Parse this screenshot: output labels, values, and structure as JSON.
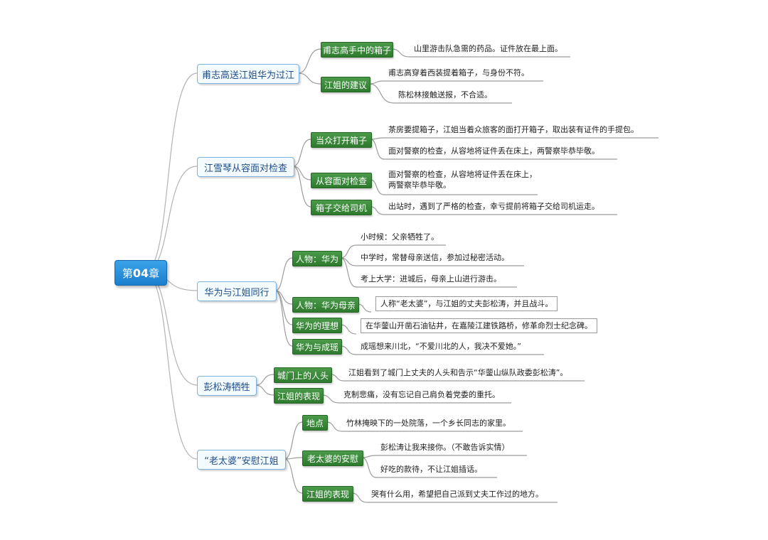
{
  "root": {
    "prefix": "第",
    "num": "04",
    "suffix": "章"
  },
  "topics": [
    {
      "label": "甫志高送江姐华为过江",
      "subs": [
        {
          "label": "甫志高手中的箱子",
          "leaves": [
            "山里游击队急需的药品。证件放在最上面。"
          ]
        },
        {
          "label": "江姐的建议",
          "leaves": [
            "甫志高穿着西装提着箱子，与身份不符。",
            "陈松林接触送报，不合适。"
          ]
        }
      ]
    },
    {
      "label": "江雪琴从容面对检查",
      "subs": [
        {
          "label": "当众打开箱子",
          "leaves": [
            "茶房要提箱子，江姐当着众旅客的面打开箱子，取出装有证件的手提包。",
            "面对警察的检查，从容地将证件丢在床上，两警察毕恭毕敬。"
          ]
        },
        {
          "label": "从容面对检查",
          "leaves": [
            "面对警察的检查，从容地将证件丢在床上，两警察毕恭毕敬。"
          ]
        },
        {
          "label": "箱子交给司机",
          "leaves": [
            "出站时，遇到了严格的检查，幸亏提前将箱子交给司机运走。"
          ]
        }
      ]
    },
    {
      "label": "华为与江姐同行",
      "subs": [
        {
          "label": "人物：华为",
          "leaves": [
            "小时候：父亲牺牲了。",
            "中学时，常替母亲送信，参加过秘密活动。",
            "考上大学：进城后，母亲上山进行游击。"
          ]
        },
        {
          "label": "人物：华为母亲",
          "leaves": [
            "人称“老太婆”，与江姐的丈夫彭松涛，并且战斗。"
          ]
        },
        {
          "label": "华为的理想",
          "leaves": [
            "在华蓥山开凿石油钻井，在嘉陵江建铁路桥，修革命烈士纪念碑。"
          ]
        },
        {
          "label": "华为与成瑶",
          "leaves": [
            "成瑶想来川北，“不爱川北的人，我决不爱她。”"
          ]
        }
      ]
    },
    {
      "label": "彭松涛牺牲",
      "subs": [
        {
          "label": "城门上的人头",
          "leaves": [
            "江姐看到了城门上丈夫的人头和告示“华蓥山纵队政委彭松涛”。"
          ]
        },
        {
          "label": "江姐的表现",
          "leaves": [
            "克制悲痛，没有忘记自己肩负着党委的重托。"
          ]
        }
      ]
    },
    {
      "label": "“老太婆”安慰江姐",
      "subs": [
        {
          "label": "地点",
          "leaves": [
            "竹林掩映下的一处院落，一个乡长同志的家里。"
          ]
        },
        {
          "label": "老太婆的安慰",
          "leaves": [
            "彭松涛让我来接你。（不敢告诉实情）",
            "好吃的款待，不让江姐插话。"
          ]
        },
        {
          "label": "江姐的表现",
          "leaves": [
            "哭有什么用，希望把自己派到丈夫工作过的地方。"
          ]
        }
      ]
    }
  ]
}
